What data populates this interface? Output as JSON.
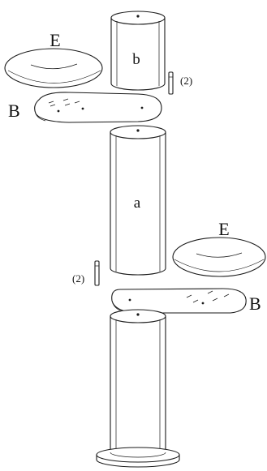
{
  "labels": {
    "cushion_upper": "E",
    "cushion_lower": "E",
    "platform_upper": "B",
    "platform_lower": "B",
    "tube_top": "b",
    "tube_middle": "a",
    "bolt_qty_upper": "(2)",
    "bolt_qty_lower": "(2)"
  }
}
